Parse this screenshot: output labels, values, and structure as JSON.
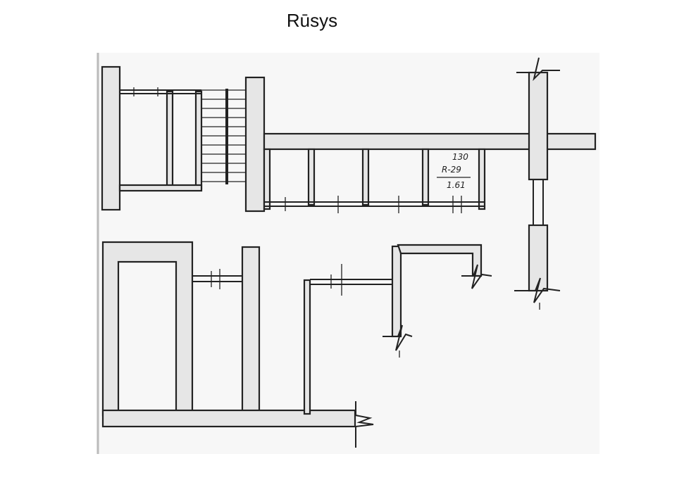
{
  "slide": {
    "title": "Rūsys"
  },
  "plan": {
    "room_label": {
      "top": "130",
      "code": "R-29",
      "bottom": "1.61"
    }
  }
}
